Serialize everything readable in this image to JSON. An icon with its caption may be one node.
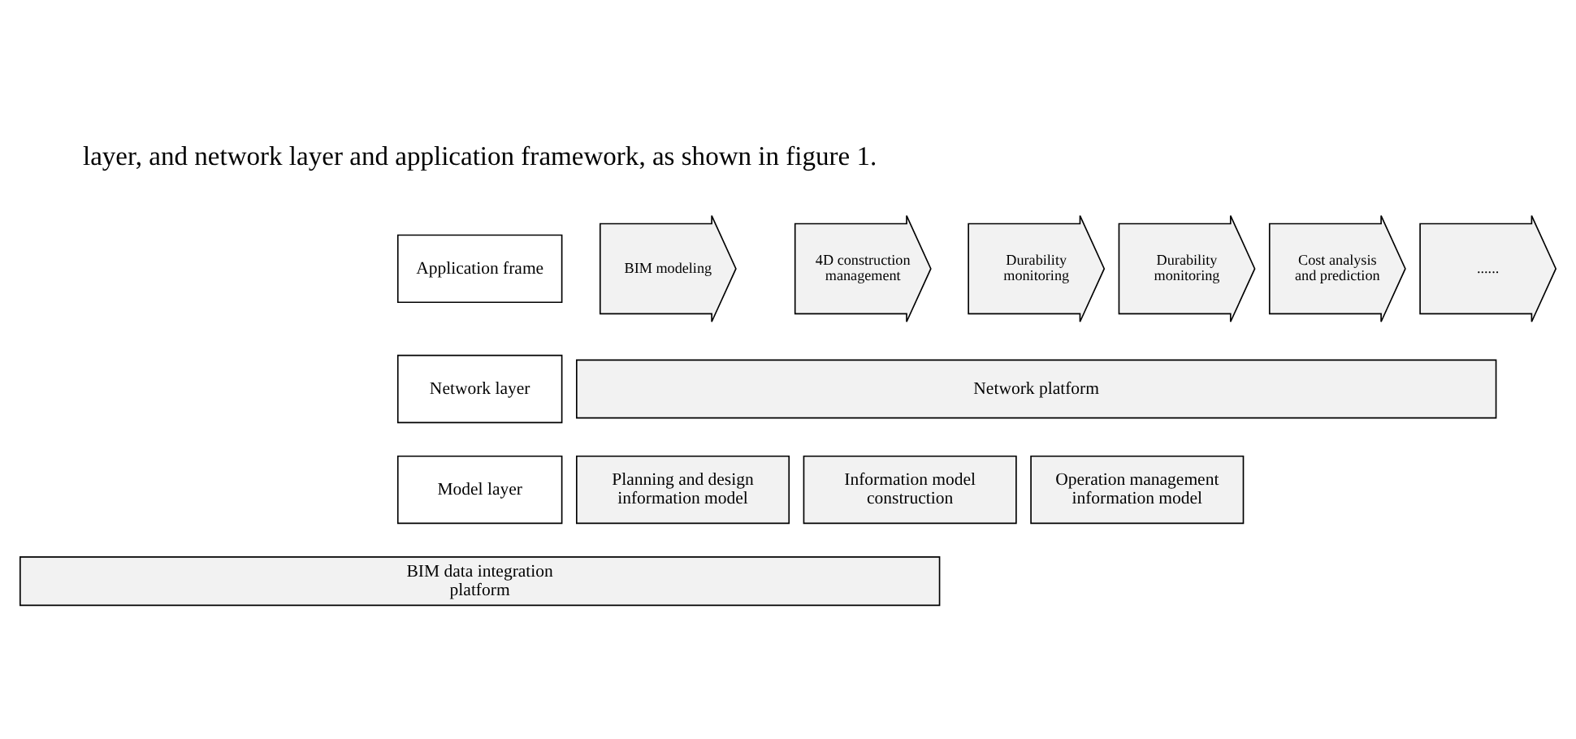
{
  "diagram": {
    "nodes": [
      {
        "text": [
          "Application frame"
        ]
      },
      {
        "text": [
          "BIM modeling"
        ]
      },
      {
        "text": [
          "4D construction management"
        ]
      },
      {
        "text": [
          "Durability monitoring"
        ]
      },
      {
        "text": [
          "Durability monitoring"
        ]
      },
      {
        "text": [
          "Cost analysis and prediction"
        ]
      },
      {
        "text": [
          "......"
        ]
      },
      {
        "text": [
          "Network layer"
        ]
      },
      {
        "text": [
          "Network platform"
        ]
      },
      {
        "text": [
          "Model layer"
        ]
      },
      {
        "text": [
          "Planning and design information model"
        ]
      },
      {
        "text": [
          "Information model construction"
        ]
      },
      {
        "text": [
          "Operation management information model"
        ]
      },
      {
        "text": [
          "BIM data integration platform"
        ]
      }
    ],
    "edges": [],
    "labels": [
      "layer, and network layer and application framework, as shown in figure 1."
    ]
  }
}
